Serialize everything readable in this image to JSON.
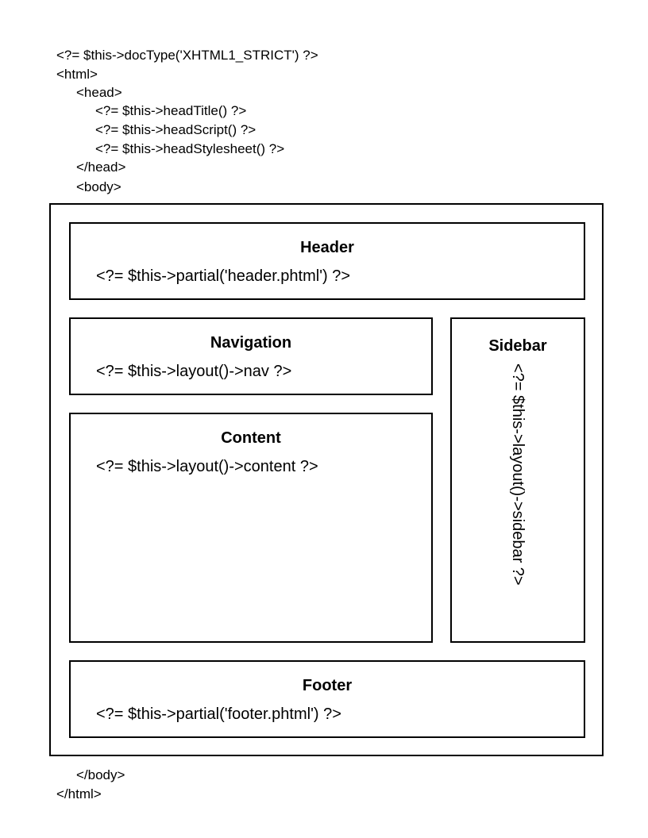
{
  "code_top": [
    "<?= $this->docType('XHTML1_STRICT') ?>",
    "<html>",
    "<head>",
    "<?= $this->headTitle() ?>",
    "<?= $this->headScript() ?>",
    "<?= $this->headStylesheet() ?>",
    "</head>",
    "<body>"
  ],
  "code_bottom": [
    "</body>",
    "</html>"
  ],
  "header": {
    "title": "Header",
    "code": "<?= $this->partial('header.phtml') ?>"
  },
  "navigation": {
    "title": "Navigation",
    "code": "<?= $this->layout()->nav ?>"
  },
  "content": {
    "title": "Content",
    "code": "<?= $this->layout()->content ?>"
  },
  "sidebar": {
    "title": "Sidebar",
    "code": "<?= $this->layout()->sidebar ?>"
  },
  "footer": {
    "title": "Footer",
    "code": "<?= $this->partial('footer.phtml') ?>"
  }
}
